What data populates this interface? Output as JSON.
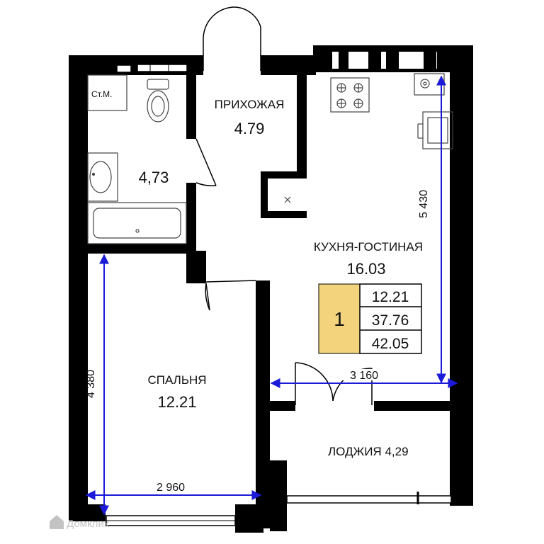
{
  "rooms": {
    "entrance": {
      "name": "ПРИХОЖАЯ",
      "area": "4.79"
    },
    "bathroom": {
      "area": "4,73",
      "washer_label": "Ст.М."
    },
    "kitchen_living": {
      "name": "КУХНЯ-ГОСТИНАЯ",
      "area": "16.03"
    },
    "bedroom": {
      "name": "СПАЛЬНЯ",
      "area": "12.21"
    },
    "loggia": {
      "name": "ЛОДЖИЯ",
      "area": "4,29"
    }
  },
  "summary": {
    "rooms_count": "1",
    "living_area": "12.21",
    "total_area": "37.76",
    "total_with_loggia": "42.05",
    "badge_color": "#f3d47c"
  },
  "dimensions": {
    "kitchen_height": "5 430",
    "kitchen_width": "3 160",
    "bedroom_height": "4 380",
    "bedroom_width": "2 960",
    "line_color": "#1a1ad8"
  },
  "watermark": "Домклик"
}
